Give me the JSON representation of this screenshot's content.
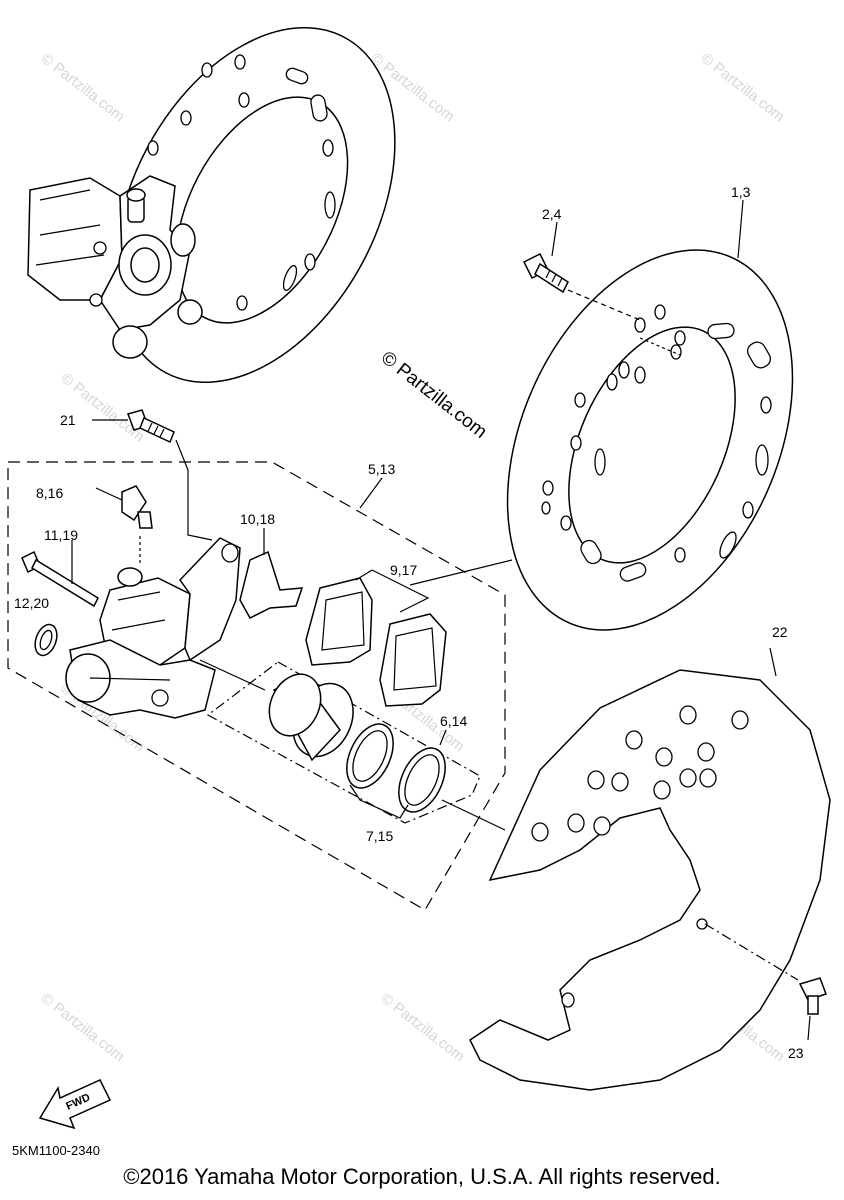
{
  "watermark": {
    "text": "© Partzilla.com"
  },
  "callouts": {
    "c_1_3": "1,3",
    "c_2_4": "2,4",
    "c_5_13": "5,13",
    "c_6_14": "6,14",
    "c_7_15": "7,15",
    "c_8_16": "8,16",
    "c_9_17": "9,17",
    "c_10_18": "10,18",
    "c_11_19": "11,19",
    "c_12_20": "12,20",
    "c_21": "21",
    "c_22": "22",
    "c_23": "23"
  },
  "fwd_label": "FWD",
  "diagram_code": "5KM1100-2340",
  "copyright": "©2016 Yamaha Motor Corporation, U.S.A. All rights reserved."
}
